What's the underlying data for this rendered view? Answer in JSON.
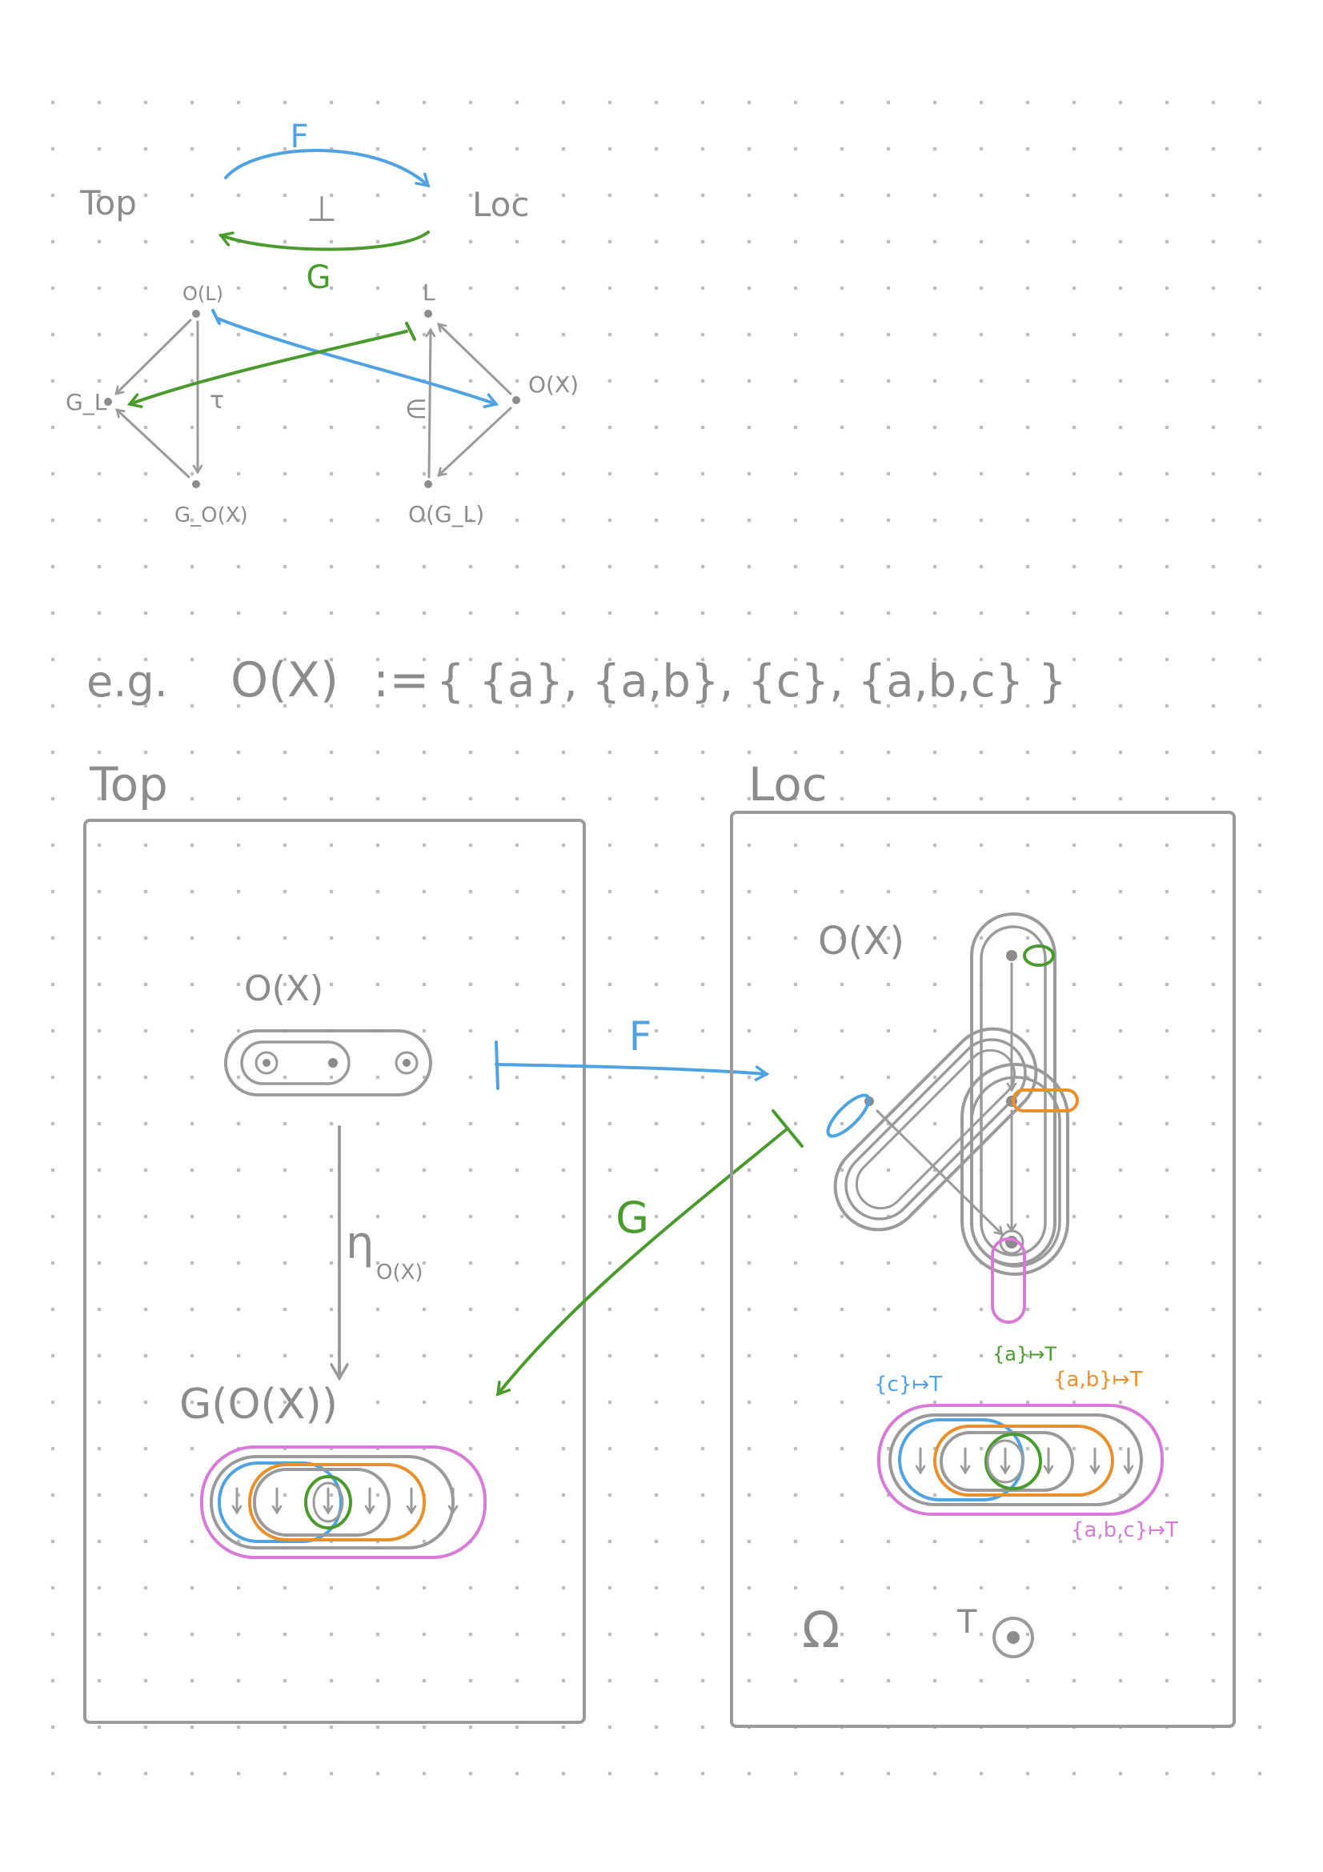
{
  "colors": {
    "ink_gray": "#9a9a9a",
    "functor_F": "#4fa3e0",
    "functor_G": "#4a9a2e",
    "orange": "#e8902c",
    "pink": "#d77ad8",
    "dots": "#bdbdbd"
  },
  "adjunction": {
    "left": "Top",
    "right": "Loc",
    "upper_arrow": "F",
    "lower_arrow": "G",
    "symbol": "⊥"
  },
  "triangles": {
    "left_top": "O(L)",
    "left_mid": "G_L",
    "left_bottom": "G_O(X)",
    "left_map": "τ",
    "right_top": "L",
    "right_mid": "O(X)",
    "right_bottom": "O(G_L)",
    "right_map": "∈"
  },
  "example": {
    "prefix": "e.g.",
    "lhs": "O(X)",
    "def": ":=",
    "rhs": "{ {a}, {a,b}, {c}, {a,b,c} }"
  },
  "top_panel": {
    "title": "Top",
    "space_label": "O(X)",
    "unit_label": "η",
    "unit_subscript": "O(X)",
    "image_label": "G(O(X))"
  },
  "loc_panel": {
    "title": "Loc",
    "frame_label": "O(X)",
    "label_c": "{c}↦T",
    "label_a": "{a}↦T",
    "label_ab": "{a,b}↦T",
    "label_abc": "{a,b,c}↦T",
    "omega": "Ω",
    "top": "T"
  },
  "maps": {
    "F": "F",
    "G": "G"
  }
}
